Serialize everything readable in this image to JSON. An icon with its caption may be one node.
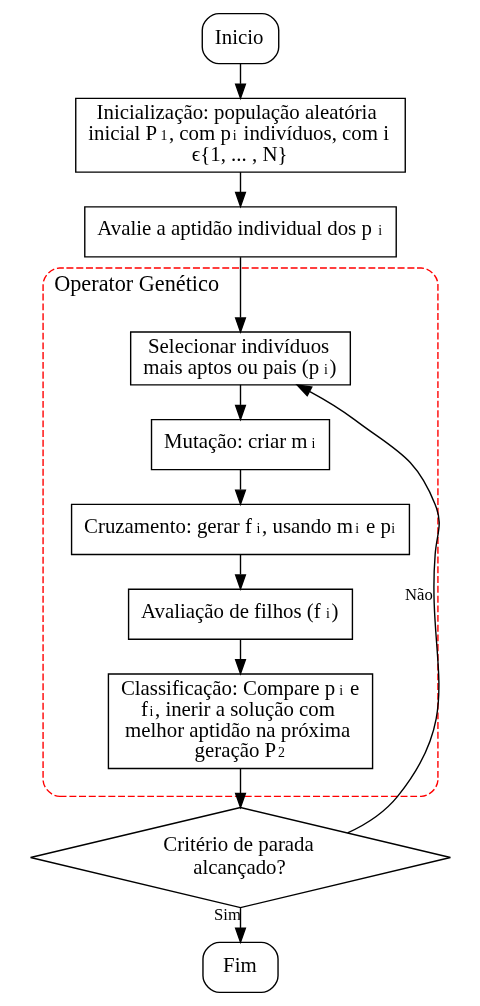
{
  "diagram": {
    "nodes": [
      {
        "text": [
          "Inicio"
        ]
      },
      {
        "text": [
          "Inicialização: população aleatória inicial P$_{1}$, com p$_{i}$ indivíduos, com i ϵ{1, ... , N}"
        ]
      },
      {
        "text": [
          "Avalie a aptidão individual dos p$_{i}$"
        ]
      },
      {
        "text": [
          "Operator Genético"
        ]
      },
      {
        "text": [
          "Selecionar indivíduos mais aptos ou pais (p$_{i}$)"
        ],
        "in": 3
      },
      {
        "text": [
          "Mutação: criar m$_{i}$"
        ],
        "in": 3
      },
      {
        "text": [
          "Cruzamento: gerar f$_{i}$, usando m$_{i}$ e p$_{i}$"
        ],
        "in": 3
      },
      {
        "text": [
          "Avaliação de filhos (f$_{i}$)"
        ],
        "in": 3
      },
      {
        "text": [
          "Classificação: Compare p$_{i}$ e f$_{i}$, inerir a solução com melhor aptidão na próxima geração P$_{2}$"
        ],
        "in": 3
      },
      {
        "text": [
          "Critério de parada alcançado?"
        ]
      },
      {
        "text": [
          "Fim"
        ]
      }
    ],
    "edges": [
      {
        "from": 0,
        "to": 1,
        "arrow": "to"
      },
      {
        "from": 1,
        "to": 2,
        "arrow": "to"
      },
      {
        "from": 2,
        "to": 4,
        "arrow": "to"
      },
      {
        "from": 4,
        "to": 5,
        "arrow": "to"
      },
      {
        "from": 5,
        "to": 6,
        "arrow": "to"
      },
      {
        "from": 6,
        "to": 7,
        "arrow": "to"
      },
      {
        "from": 7,
        "to": 8,
        "arrow": "to"
      },
      {
        "from": 8,
        "to": 9,
        "arrow": "to"
      },
      {
        "from": 9,
        "to": 4,
        "arrow": "to",
        "label": "Não"
      },
      {
        "from": 9,
        "to": 10,
        "arrow": "to",
        "label": "Sim"
      }
    ]
  }
}
